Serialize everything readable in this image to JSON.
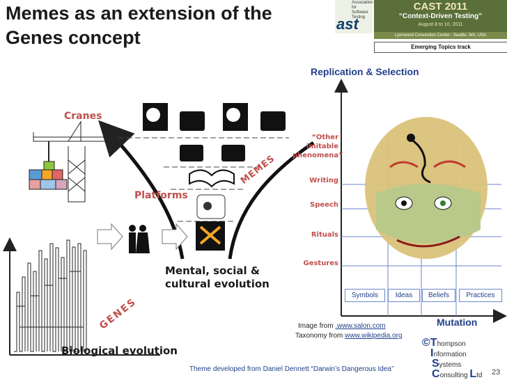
{
  "slide": {
    "title_line1": "Memes as an extension of the",
    "title_line2": "Genes concept",
    "page_number": "23",
    "theme_credit": "Theme developed from Daniel Dennett “Darwin’s Dangerous Idea”"
  },
  "conference": {
    "org_line1": "Association for",
    "org_line2": "Software",
    "org_line3": "Testing",
    "org_abbrev": "ast",
    "event": "CAST 2011",
    "event_sub": "“Context-Driven Testing”",
    "dates": "August 8 to 10, 2011",
    "venue": "Lynnwood Convention Center - Seattle, WA, USA",
    "track": "Emerging Topics  track"
  },
  "evolution_diagram": {
    "cranes": "Cranes",
    "platforms": "Platforms",
    "memes": "MEMES",
    "genes": "GENES",
    "mental": "Mental, social &",
    "cultural": "cultural evolution",
    "biological": "Biological evolution"
  },
  "memes_chart": {
    "y_axis": "Replication & Selection",
    "x_axis": "Mutation",
    "stages": [
      "“Other",
      "imitable",
      "phenomena”",
      "Writing",
      "Speech",
      "Rituals",
      "Gestures"
    ],
    "taxonomy": [
      "Symbols",
      "Ideas",
      "Beliefs",
      "Practices"
    ]
  },
  "credits": {
    "image_prefix": "Image from ",
    "image_link": ".www.salon.com",
    "taxonomy_prefix": "Taxonomy from ",
    "taxonomy_link": "www.wikipedia.org"
  },
  "company": {
    "copyright": "©",
    "t": "T",
    "t_rest": "hompson",
    "i": "I",
    "i_rest": "nformation",
    "s": "S",
    "s_rest": "ystems",
    "c": "C",
    "c_rest": "onsulting ",
    "l": "L",
    "l_rest": "td"
  },
  "colors": {
    "accent_blue": "#1f3f8a",
    "accent_red": "#c0504d",
    "grid_blue": "#6a86c8"
  }
}
